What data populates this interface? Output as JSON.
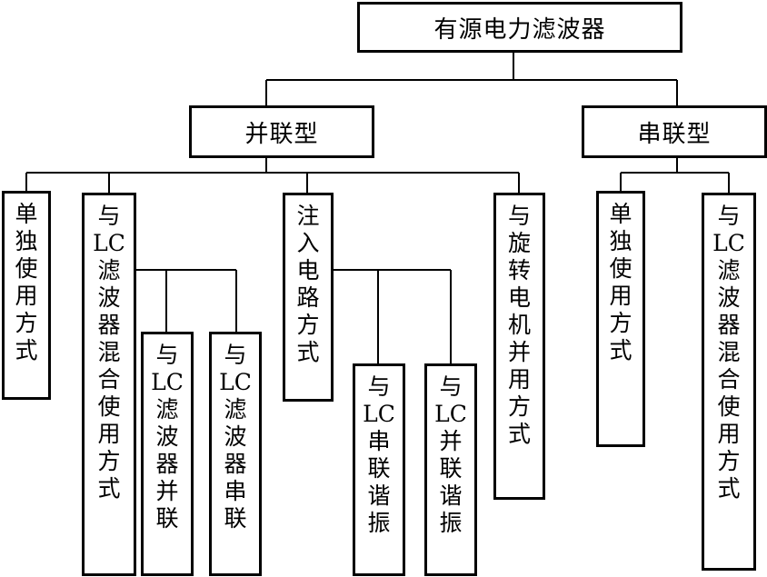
{
  "nodes": {
    "root": "有源电力滤波器",
    "parallel": "并联型",
    "series": "串联型",
    "p_standalone": "单独使用方式",
    "p_lc_hybrid": "与LC滤波器混合使用方式",
    "p_lc_parallel": "与LC滤波器并联",
    "p_lc_series": "与LC滤波器串联",
    "p_injection": "注入电路方式",
    "p_lc_series_res": "与LC串联谐振",
    "p_lc_parallel_res": "与LC并联谐振",
    "p_rotating": "与旋转电机并用方式",
    "s_standalone": "单独使用方式",
    "s_lc_hybrid": "与LC滤波器混合使用方式"
  }
}
